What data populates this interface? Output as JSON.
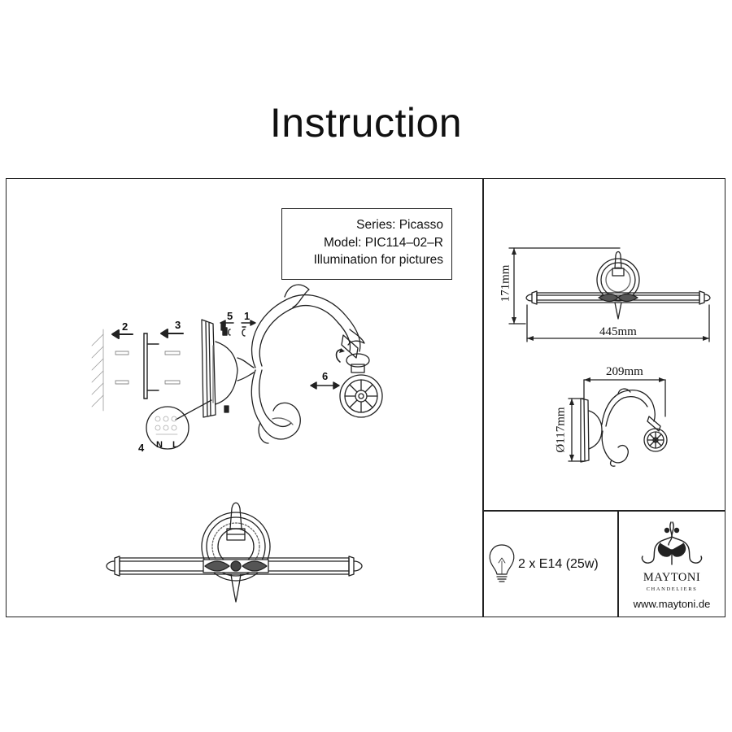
{
  "title": "Instruction",
  "product": {
    "series": "Series: Picasso",
    "model": "Model: PIC114–02–R",
    "description": "Illumination for pictures"
  },
  "assembly_steps": {
    "step1": "1",
    "step2": "2",
    "step3": "3",
    "step4": "4",
    "step5": "5",
    "step6": "6",
    "wire_n": "N",
    "wire_l": "L"
  },
  "dimensions": {
    "height_front": "171mm",
    "width_front": "445mm",
    "depth_side": "209mm",
    "diameter_side": "Ø117mm"
  },
  "bulb": {
    "spec": "2 x E14 (25w)",
    "icon": "light-bulb-icon"
  },
  "brand": {
    "name": "MAYTONI",
    "tagline": "CHANDELIERS",
    "url": "www.maytoni.de",
    "logo_icon": "maytoni-logo-icon"
  }
}
